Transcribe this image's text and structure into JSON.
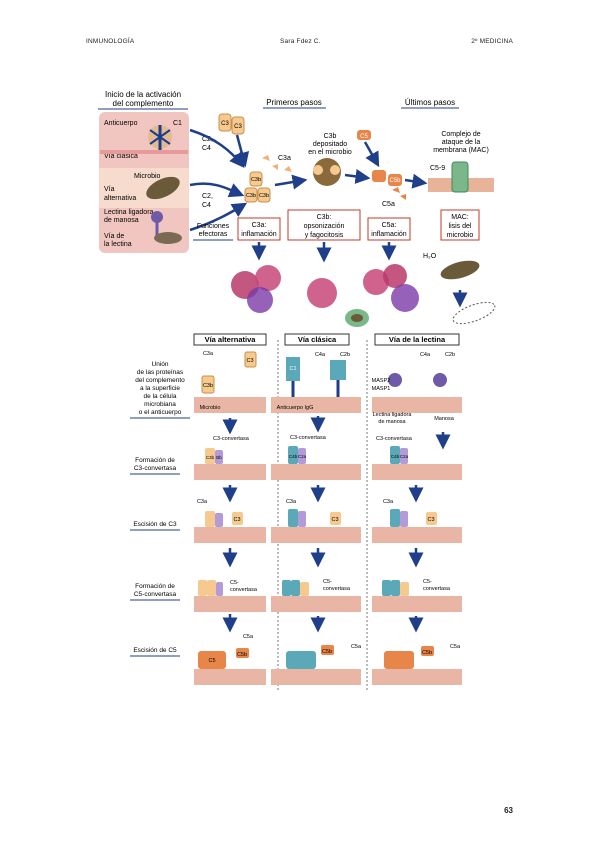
{
  "header": {
    "left": "INMUNOLOGÍA",
    "center": "Sara Fdez C.",
    "right": "2º MEDICINA"
  },
  "page_number": "63",
  "top": {
    "title_line1": "Inicio de la activación",
    "title_line2": "del complemento",
    "first_steps": "Primeros pasos",
    "last_steps": "Últimos pasos",
    "anticuerpo": "Anticuerpo",
    "c1": "C1",
    "via_clasica": "Vía clásica",
    "microbio": "Microbio",
    "via_alt_1": "Vía",
    "via_alt_2": "alternativa",
    "lectina_1": "Lectina ligadora",
    "lectina_2": "de manosa",
    "via_lectina_1": "Vía de",
    "via_lectina_2": "la lectina",
    "c2c4_a": "C2,",
    "c2c4_b": "C4",
    "c2c4_c": "C2,",
    "c2c4_d": "C4",
    "c3": "C3",
    "c3a": "C3a",
    "c3b": "C3b",
    "c3b_dep_1": "C3b",
    "c3b_dep_2": "depositado",
    "c3b_dep_3": "en el microbio",
    "c5": "C5",
    "c5b": "C5b",
    "c5a": "C5a",
    "mac_1": "Complejo de",
    "mac_2": "ataque de la",
    "mac_3": "membrana (MAC)",
    "c59": "C5-9",
    "funciones_1": "Funciones",
    "funciones_2": "efectoras",
    "c3a_box_1": "C3a:",
    "c3a_box_2": "inflamación",
    "c3b_box_1": "C3b:",
    "c3b_box_2": "opsonización",
    "c3b_box_3": "y fagocitosis",
    "c5a_box_1": "C5a:",
    "c5a_box_2": "inflamación",
    "mac_box_1": "MAC:",
    "mac_box_2": "lisis del",
    "mac_box_3": "microbio",
    "h2o": "H₂O"
  },
  "bottom": {
    "col_alt": "Vía alternativa",
    "col_clas": "Vía clásica",
    "col_lect": "Vía de la lectina",
    "row1_1": "Unión",
    "row1_2": "de las proteínas",
    "row1_3": "del complemento",
    "row1_4": "a la superficie",
    "row1_5": "de la célula",
    "row1_6": "microbiana",
    "row1_7": "o el anticuerpo",
    "row2_1": "Formación de",
    "row2_2": "C3-convertasa",
    "row3": "Escisión de C3",
    "row4_1": "Formación de",
    "row4_2": "C5-convertasa",
    "row5": "Escisión de C5",
    "microbio": "Microbio",
    "anticuerpo_igg": "Anticuerpo IgG",
    "lectina_1": "Lectina ligadora",
    "lectina_2": "de manosa",
    "manosa": "Manosa",
    "c3_convertasa": "C3-convertasa",
    "c5_conv_1": "C5-",
    "c5_conv_2": "convertasa",
    "c3a": "C3a",
    "c3": "C3",
    "c3b": "C3b",
    "c4a": "C4a",
    "c2b": "C2b",
    "c1": "C1",
    "masp2": "MASP2",
    "masp1": "MASP1",
    "c5": "C5",
    "c5a": "C5a",
    "c5b": "C5b",
    "c4b": "C4b",
    "c2a": "C2a",
    "bb": "Bb"
  }
}
